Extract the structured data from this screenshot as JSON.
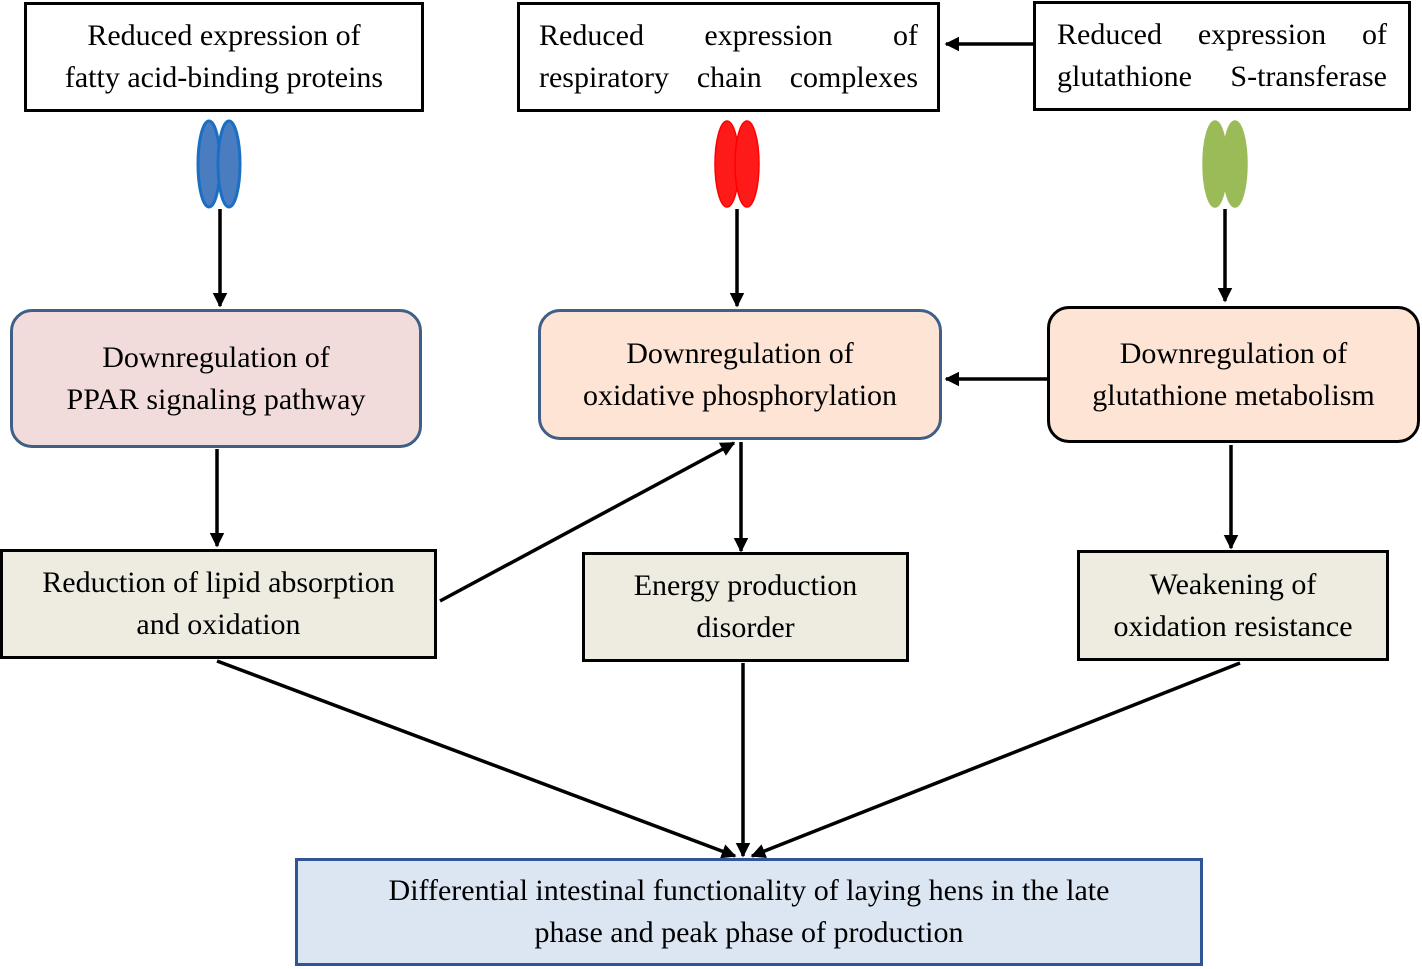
{
  "top": {
    "fabp": {
      "line1": "Reduced expression of",
      "line2": "fatty acid-binding proteins"
    },
    "respiratory": {
      "line1": "Reduced expression of",
      "line2": "respiratory chain complexes"
    },
    "gst": {
      "line1": "Reduced expression of",
      "line2": "glutathione S-transferase"
    }
  },
  "receptors": {
    "fabp": {
      "fill": "#4a7dbf",
      "stroke": "#1a6fc4"
    },
    "respiratory": {
      "fill": "#ff1a1a",
      "stroke": "#ff0000"
    },
    "gst": {
      "fill": "#9bbb59",
      "stroke": "#9bbb59"
    }
  },
  "middle": {
    "ppar": {
      "line1": "Downregulation of",
      "line2": "PPAR signaling pathway",
      "fill": "#f2dcdb",
      "border": "#3f5f86"
    },
    "oxphos": {
      "line1": "Downregulation of",
      "line2": "oxidative phosphorylation",
      "fill": "#fde4d5",
      "border": "#3f5f86"
    },
    "glutathione": {
      "line1": "Downregulation of",
      "line2": "glutathione metabolism",
      "fill": "#fde4d5",
      "border": "#000000"
    }
  },
  "lower": {
    "lipid": {
      "line1": "Reduction of lipid absorption",
      "line2": "and oxidation"
    },
    "energy": {
      "line1": "Energy production",
      "line2": "disorder"
    },
    "oxidation": {
      "line1": "Weakening of",
      "line2": "oxidation resistance"
    },
    "fill": "#eeece1"
  },
  "bottom": {
    "line1": "Differential intestinal functionality of laying hens in the late",
    "line2": "phase and peak phase of production",
    "fill": "#dce6f2",
    "border": "#2f5597"
  }
}
